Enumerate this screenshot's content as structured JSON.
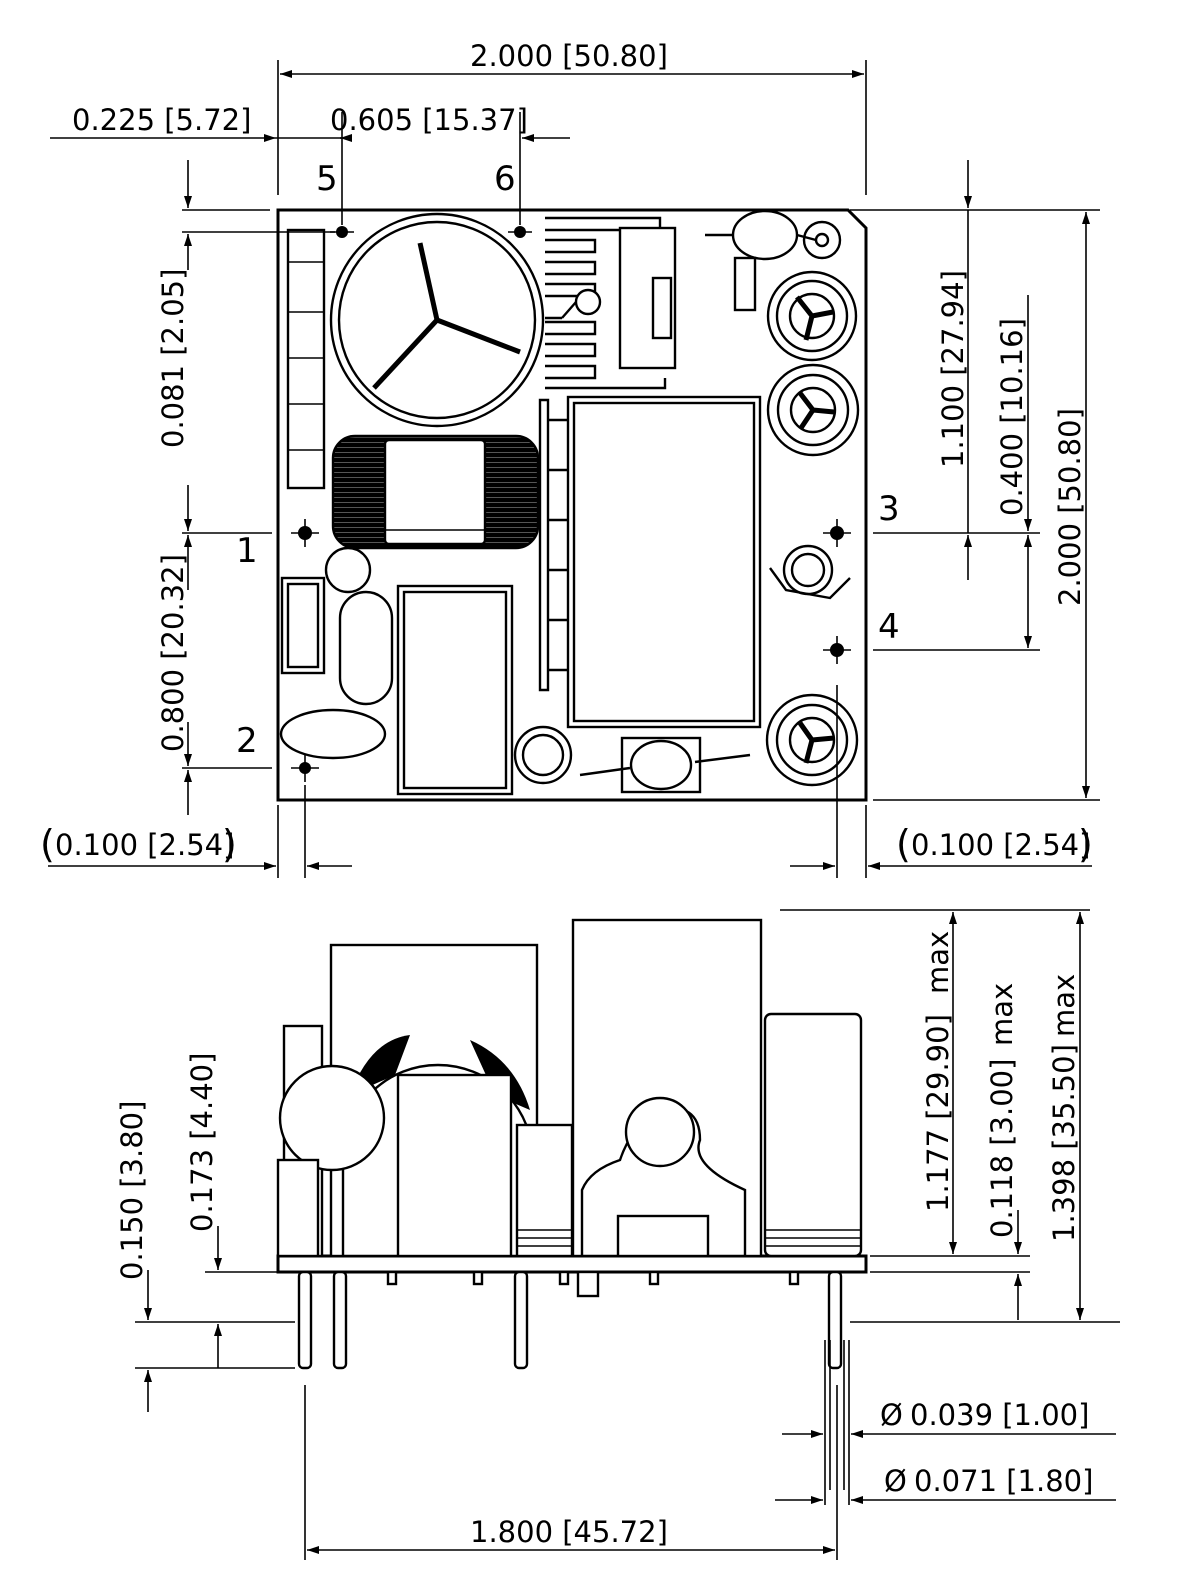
{
  "top_view": {
    "width": "2.000 [50.80]",
    "pin5_offset": "0.225 [5.72]",
    "pin6_offset": "0.605 [15.37]",
    "top_pins_from_edge": "0.081 [2.05]",
    "pin1_to_pin2": "0.800 [20.32]",
    "pin3_from_bottom": "1.100 [27.94]",
    "pin3_to_pin4": "0.400 [10.16]",
    "height": "2.000 [50.80]",
    "left_pin_offset": "0.100 [2.54]",
    "right_pin_offset": "0.100 [2.54]",
    "pins": [
      "1",
      "2",
      "3",
      "4",
      "5",
      "6"
    ]
  },
  "side_view": {
    "component_height": "1.177 [29.90]",
    "pcb_thickness": "0.118 [3.00]",
    "total_height": "1.398 [35.50]",
    "max_suffix": "max",
    "pin_length_short": "0.150 [3.80]",
    "pin_length_long": "0.173 [4.40]",
    "pin_diameter": "0.039 [1.00]",
    "pad_diameter": "0.071 [1.80]",
    "diameter_symbol": "Ø",
    "pin_spacing": "1.800 [45.72]"
  }
}
